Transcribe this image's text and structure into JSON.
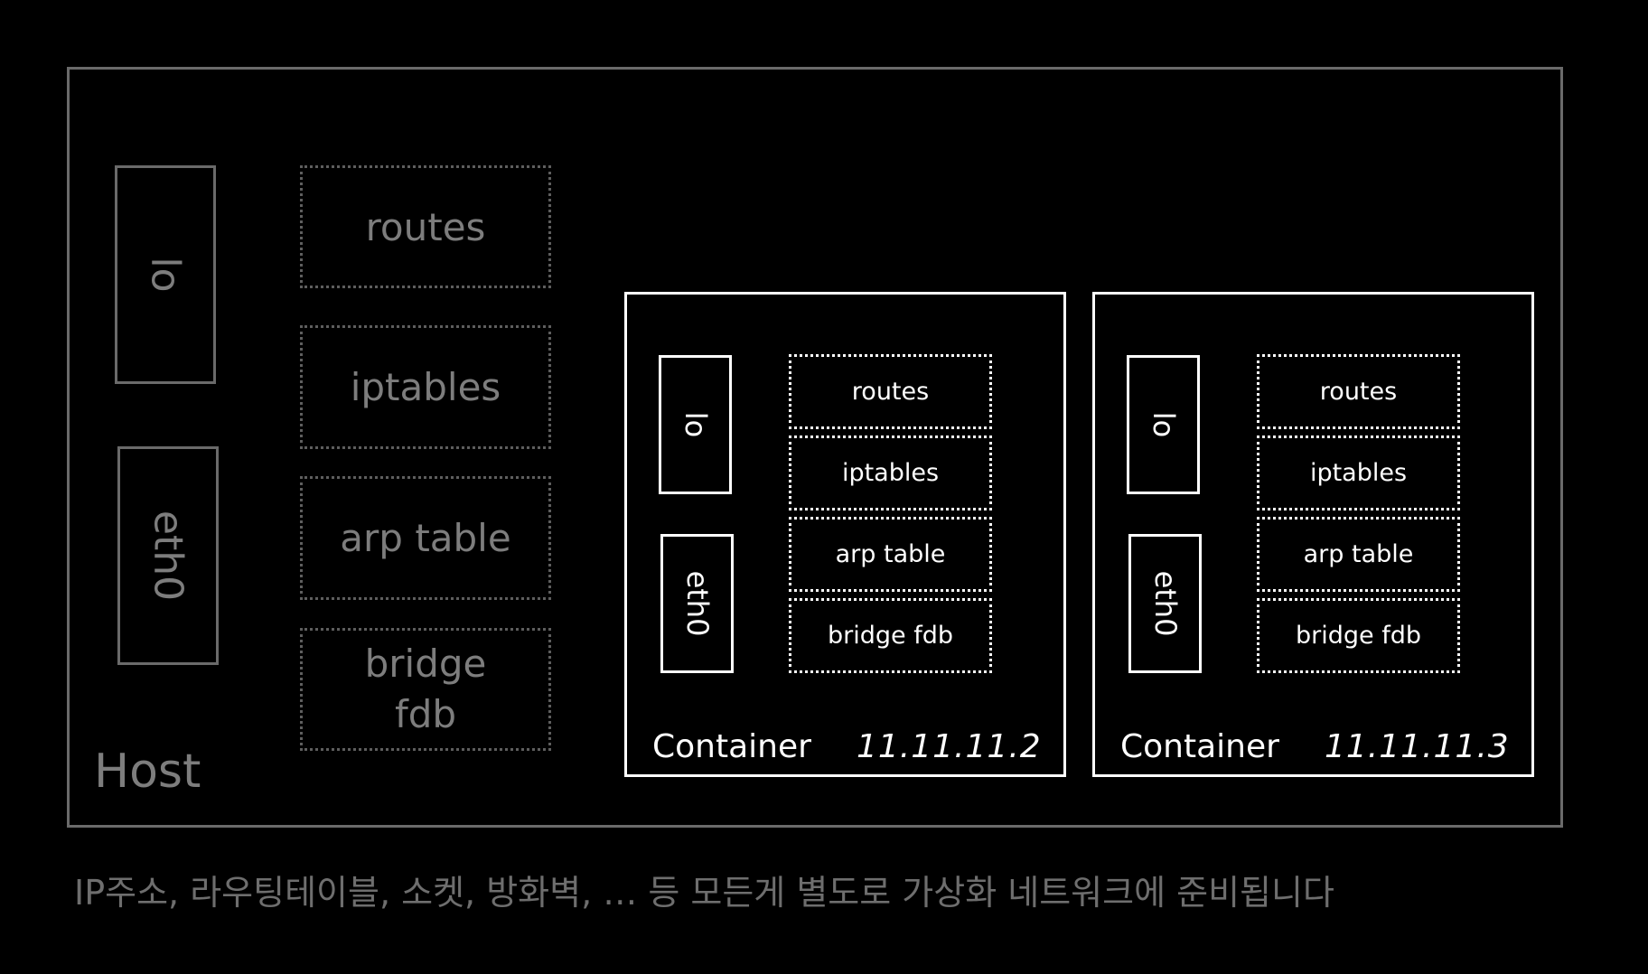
{
  "host": {
    "label": "Host",
    "interfaces": [
      "lo",
      "eth0"
    ],
    "tables": [
      "routes",
      "iptables",
      "arp table",
      "bridge fdb"
    ]
  },
  "containers": [
    {
      "label": "Container",
      "ip": "11.11.11.2",
      "interfaces": [
        "lo",
        "eth0"
      ],
      "tables": [
        "routes",
        "iptables",
        "arp table",
        "bridge fdb"
      ]
    },
    {
      "label": "Container",
      "ip": "11.11.11.3",
      "interfaces": [
        "lo",
        "eth0"
      ],
      "tables": [
        "routes",
        "iptables",
        "arp table",
        "bridge fdb"
      ]
    }
  ],
  "caption": "IP주소, 라우팅테이블, 소켓, 방화벽, … 등 모든게 별도로 가상화 네트워크에 준비됩니다",
  "colors": {
    "background": "#000000",
    "host": "#6a6a6a",
    "host_text": "#7d7d7d",
    "container": "#ffffff",
    "caption": "#6e6e6e"
  }
}
